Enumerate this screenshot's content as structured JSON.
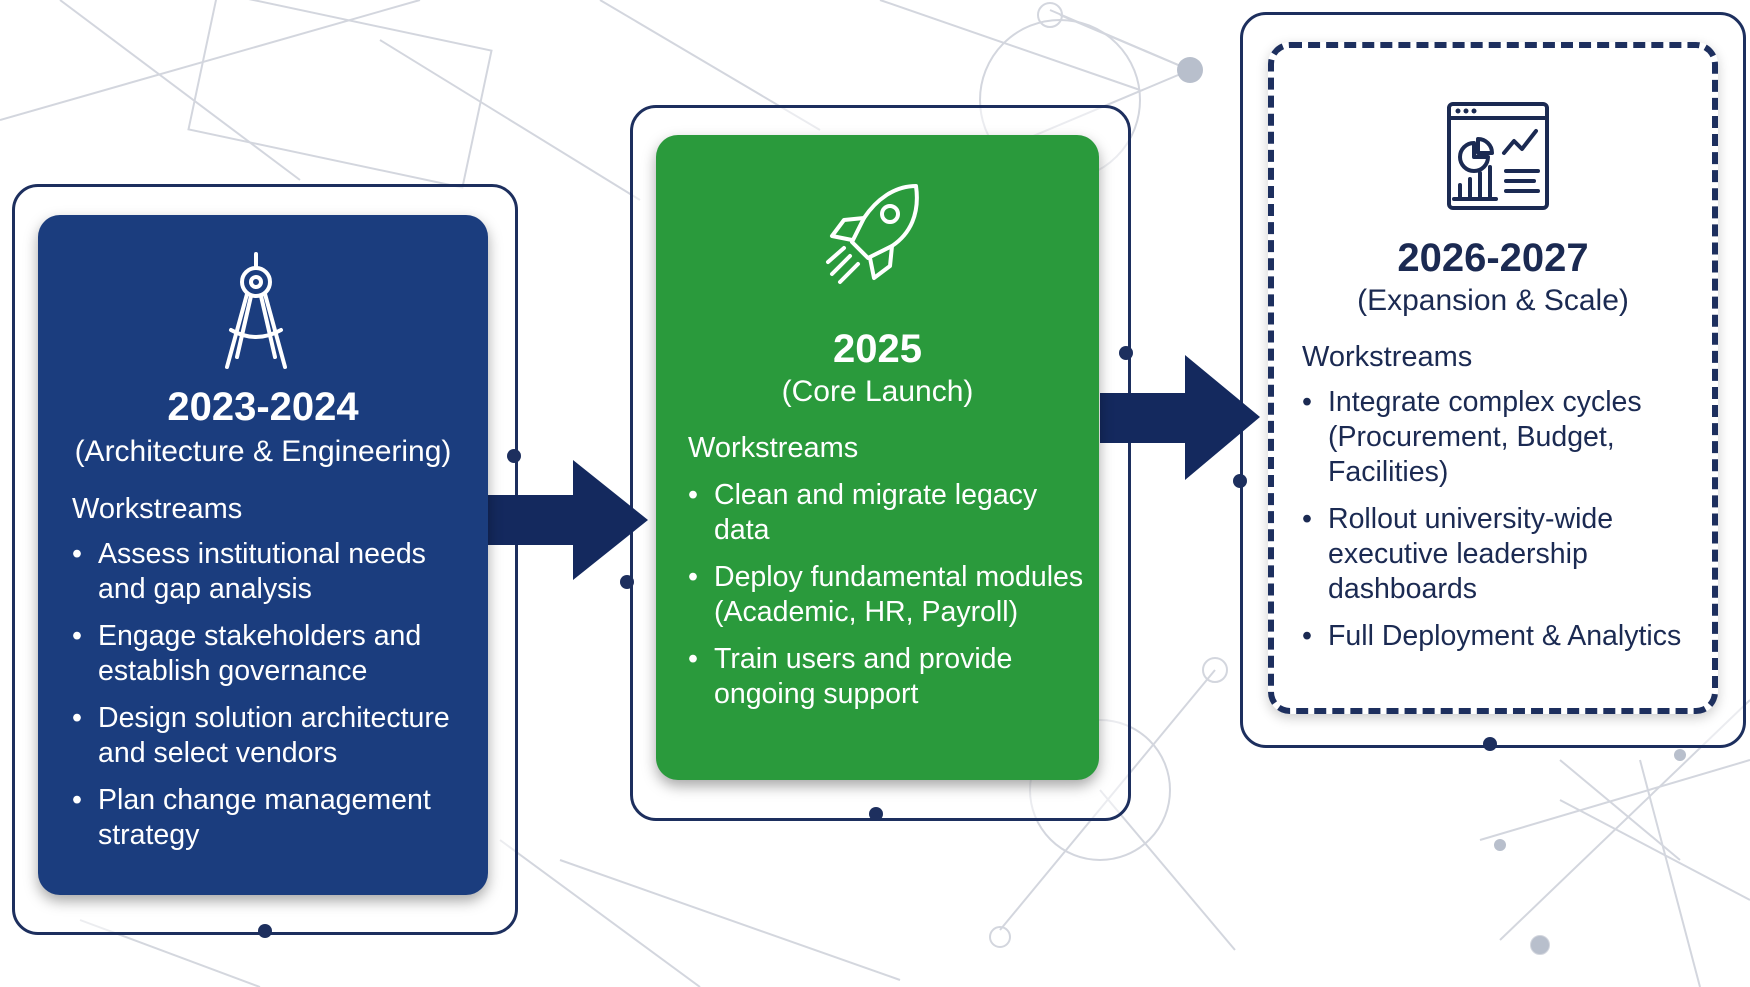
{
  "colors": {
    "navy": "#1b3d7e",
    "green": "#2a9a3c",
    "frame": "#1d2f5e",
    "arrow": "#14295e"
  },
  "phases": [
    {
      "icon": "compass-icon",
      "years": "2023-2024",
      "subtitle": "(Architecture & Engineering)",
      "workstreams_label": "Workstreams",
      "items": [
        "Assess institutional needs and gap analysis",
        "Engage stakeholders and establish governance",
        "Design solution architecture and select vendors",
        "Plan change management strategy"
      ]
    },
    {
      "icon": "rocket-icon",
      "years": "2025",
      "subtitle": "(Core Launch)",
      "workstreams_label": "Workstreams",
      "items": [
        "Clean and migrate legacy data",
        "Deploy fundamental modules (Academic, HR, Payroll)",
        "Train users and provide ongoing support"
      ]
    },
    {
      "icon": "analytics-dashboard-icon",
      "years": "2026-2027",
      "subtitle": "(Expansion & Scale)",
      "workstreams_label": "Workstreams",
      "items": [
        "Integrate complex cycles (Procurement, Budget, Facilities)",
        "Rollout university-wide executive leadership dashboards",
        "Full Deployment & Analytics"
      ]
    }
  ]
}
